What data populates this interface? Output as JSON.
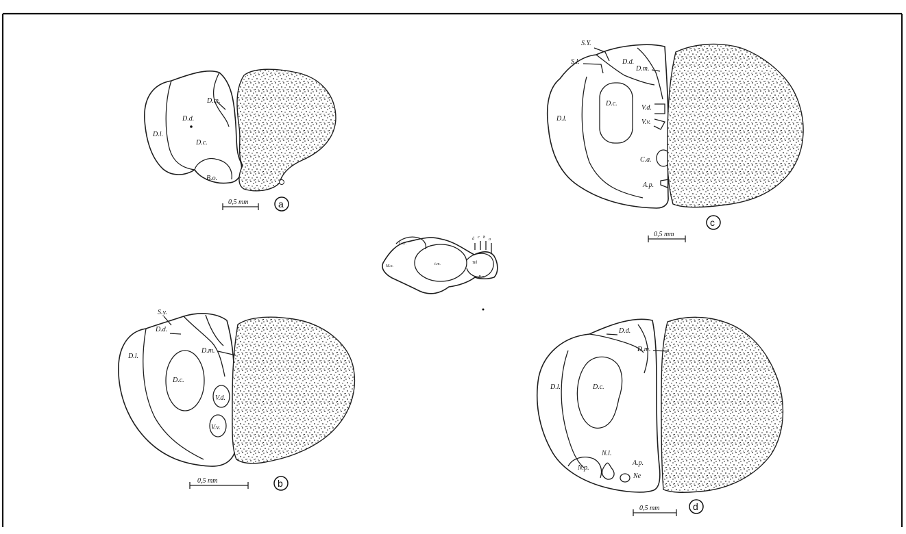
{
  "figure": {
    "background": "#ffffff",
    "line_color": "#1f1f1f",
    "stipple_color": "#202020",
    "panels": {
      "a": {
        "letter": "a",
        "labels": {
          "dm": "D.m.",
          "dd": "D.d.",
          "dl": "D.l.",
          "dc": "D.c.",
          "bo": "B.o."
        },
        "scale": "0,5 mm"
      },
      "b": {
        "letter": "b",
        "labels": {
          "sy": "S.y.",
          "dd": "D.d.",
          "dm": "D.m.",
          "dl": "D.l.",
          "dc": "D.c.",
          "vd": "V.d.",
          "vv": "V.v."
        },
        "scale": "0,5 mm"
      },
      "c": {
        "letter": "c",
        "labels": {
          "sy": "S.Y.",
          "sl": "S.l.",
          "dd": "D.d.",
          "dm": "D.m.",
          "dl": "D.l.",
          "dc": "D.c.",
          "vd": "V.d.",
          "vv": "V.v.",
          "ca": "C.a.",
          "ap": "A.p."
        },
        "scale": "0,5 mm"
      },
      "d": {
        "letter": "d",
        "labels": {
          "dd": "D.d.",
          "dm": "D.m.",
          "dl": "D.l.",
          "dc": "D.c.",
          "nl": "N.l.",
          "ap": "A.p.",
          "np": "N.p.",
          "ne": "Ne"
        },
        "scale": "0,5 mm"
      },
      "inset": {
        "labels": {
          "cere": "C.cr.",
          "tec": "t.m.",
          "tel": "Tel",
          "med": "M.o.",
          "bo": "B.o.",
          "d": "d",
          "c": "c",
          "b": "b",
          "a": "a"
        }
      }
    }
  }
}
